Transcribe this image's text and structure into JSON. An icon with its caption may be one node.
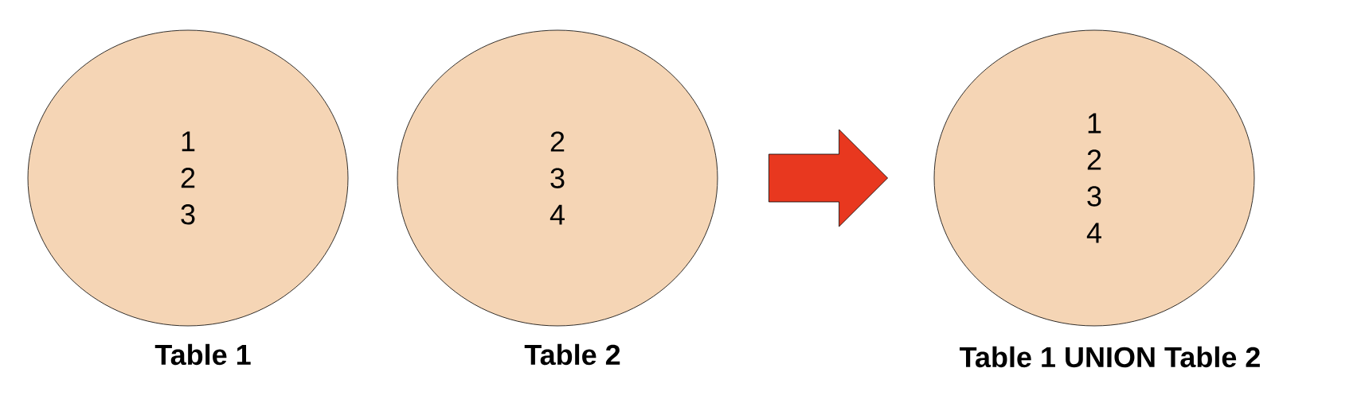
{
  "diagram": {
    "nodes": [
      {
        "text": [
          "1",
          "2",
          "3"
        ],
        "beside": [
          "Table 1"
        ]
      },
      {
        "text": [
          "2",
          "3",
          "4"
        ],
        "beside": [
          "Table 2"
        ]
      },
      {
        "text": [
          "1",
          "2",
          "3",
          "4"
        ],
        "beside": [
          "Table 1 UNION Table 2"
        ]
      }
    ],
    "edges": [
      {
        "from": 1,
        "to": 2,
        "arrow": "to"
      }
    ]
  }
}
